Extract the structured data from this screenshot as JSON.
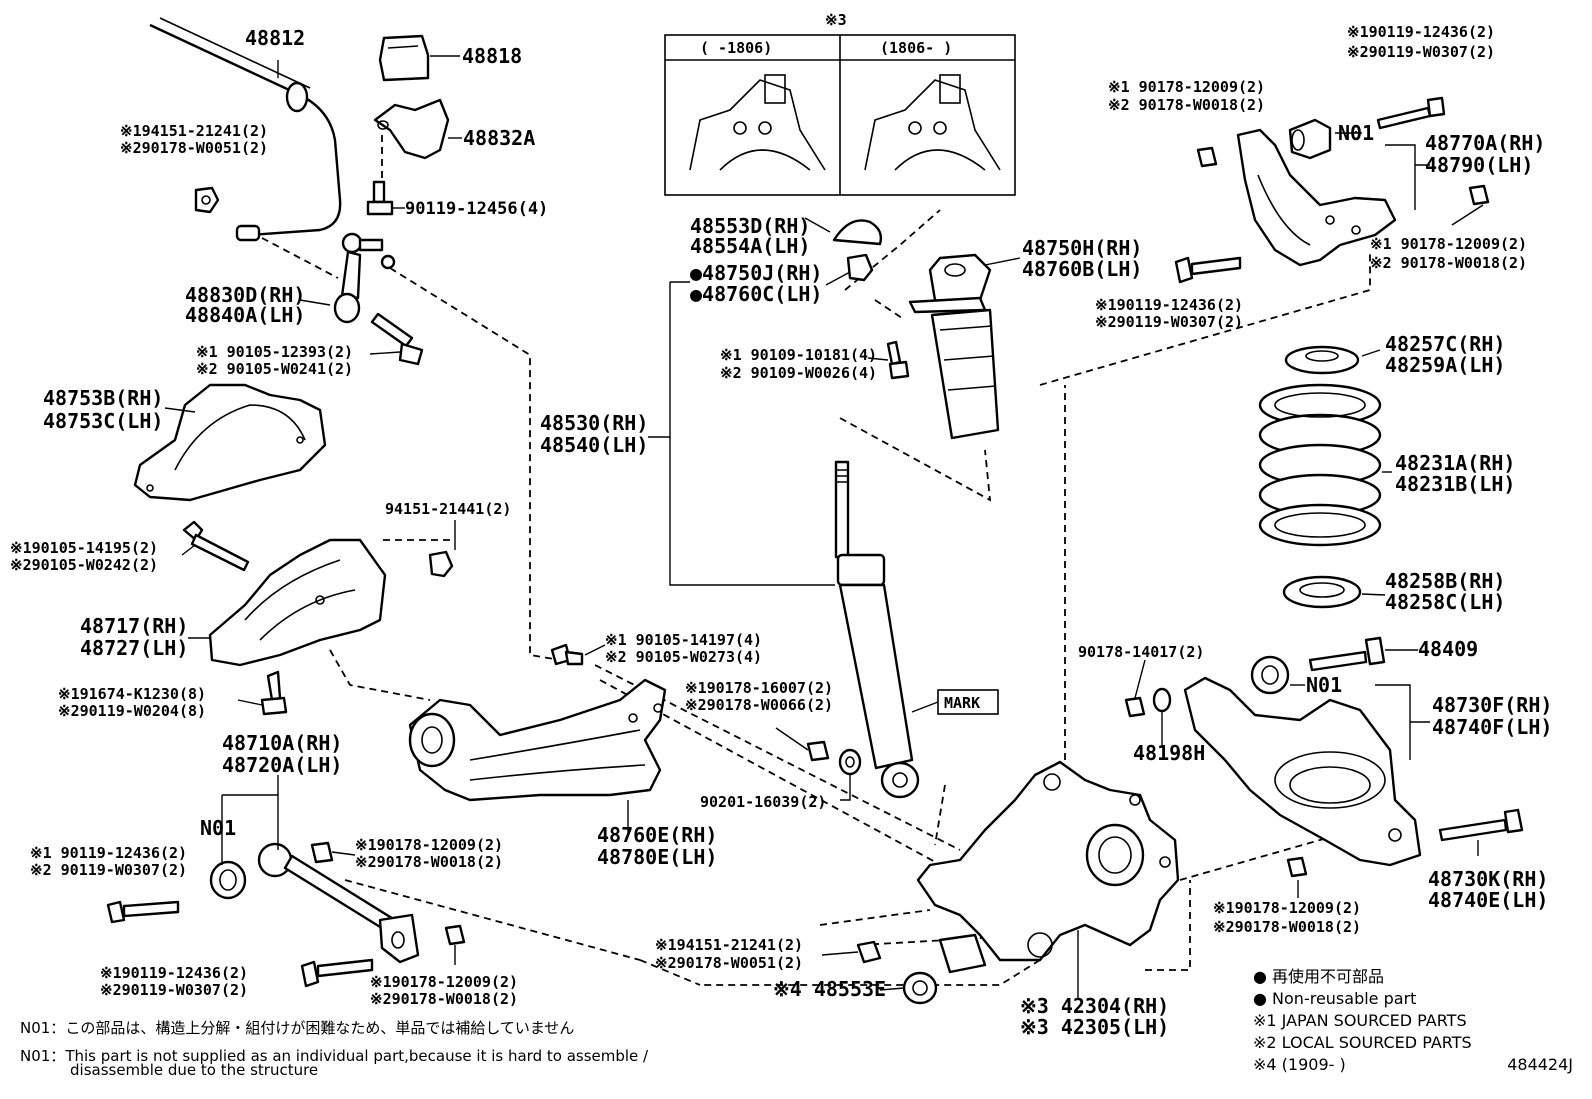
{
  "inset": {
    "marker": "※3",
    "left_header": "(      -1806)",
    "right_header": "(1806-      )"
  },
  "labels": {
    "p48812": "48812",
    "p48818": "48818",
    "p48832A": "48832A",
    "p90119_12456": "90119-12456(4)",
    "stab_bolt_1": "※194151-21241(2)",
    "stab_bolt_2": "※290178-W0051(2)",
    "link_rh": "48830D(RH)",
    "link_lh": "48840A(LH)",
    "link_bolt_1": "※1 90105-12393(2)",
    "link_bolt_2": "※2 90105-W0241(2)",
    "cover_rh": "48753B(RH)",
    "cover_lh": "48753C(LH)",
    "p94151_21441": "94151-21441(2)",
    "brk_bolt_1": "※190105-14195(2)",
    "brk_bolt_2": "※290105-W0242(2)",
    "brk_rh": "48717(RH)",
    "brk_lh": "48727(LH)",
    "brk_nut_1": "※191674-K1230(8)",
    "brk_nut_2": "※290119-W0204(8)",
    "lat_rh": "48710A(RH)",
    "lat_lh": "48720A(LH)",
    "n01_left": "N01",
    "lat_bolt_1": "※1 90119-12436(2)",
    "lat_bolt_2": "※2 90119-W0307(2)",
    "lat_nut_1": "※190178-12009(2)",
    "lat_nut_2": "※290178-W0018(2)",
    "lat_bolt2_1": "※190119-12436(2)",
    "lat_bolt2_2": "※290119-W0307(2)",
    "lat_nut2_1": "※190178-12009(2)",
    "lat_nut2_2": "※290178-W0018(2)",
    "bump_rh": "48553D(RH)",
    "bump_lh": "48554A(LH)",
    "mount_nut_rh": "●48750J(RH)",
    "mount_nut_lh": "●48760C(LH)",
    "shock_rh": "48530(RH)",
    "shock_lh": "48540(LH)",
    "tr_bolt_1": "※1 90105-14197(4)",
    "tr_bolt_2": "※2 90105-W0273(4)",
    "shock_nut_1": "※190178-16007(2)",
    "shock_nut_2": "※290178-W0066(2)",
    "mark": "MARK",
    "washer": "90201-16039(2)",
    "trail_rh": "48760E(RH)",
    "trail_lh": "48780E(LH)",
    "support_rh": "48750H(RH)",
    "support_lh": "48760B(LH)",
    "sup_bolt_1": "※1 90109-10181(4)",
    "sup_bolt_2": "※2 90109-W0026(4)",
    "upper_bolt_1": "※190119-12436(2)",
    "upper_bolt_2": "※290119-W0307(2)",
    "upper_nut_1": "※1 90178-12009(2)",
    "upper_nut_2": "※2 90178-W0018(2)",
    "n01_upper": "N01",
    "upper_rh": "48770A(RH)",
    "upper_lh": "48790(LH)",
    "upper_nut_r1": "※1 90178-12009(2)",
    "upper_nut_r2": "※2 90178-W0018(2)",
    "upper_bolt_b1": "※190119-12436(2)",
    "upper_bolt_b2": "※290119-W0307(2)",
    "seat_up_rh": "48257C(RH)",
    "seat_up_lh": "48259A(LH)",
    "spring_rh": "48231A(RH)",
    "spring_lh": "48231B(LH)",
    "seat_lo_rh": "48258B(RH)",
    "seat_lo_lh": "48258C(LH)",
    "p90178_14017": "90178-14017(2)",
    "p48409": "48409",
    "n01_lower": "N01",
    "lower_rh": "48730F(RH)",
    "lower_lh": "48740F(LH)",
    "p48198H": "48198H",
    "lower_bolt_rh": "48730K(RH)",
    "lower_bolt_lh": "48740E(LH)",
    "lower_nut_1": "※190178-12009(2)",
    "lower_nut_2": "※290178-W0018(2)",
    "knuckle_nut_1": "※194151-21241(2)",
    "knuckle_nut_2": "※290178-W0051(2)",
    "p48553E": "※4 48553E",
    "knuckle_rh": "※3 42304(RH)",
    "knuckle_lh": "※3 42305(LH)"
  },
  "notes": {
    "n01_jp_prefix": "N01：",
    "n01_jp": "この部品は、構造上分解・組付けが困難なため、単品では補給していません",
    "n01_en_prefix": "N01：",
    "n01_en_line1": "This part is not supplied as an individual part,because it is hard to assemble /",
    "n01_en_line2": "disassemble due to the structure"
  },
  "legend": {
    "nonreuse_jp": "● 再使用不可部品",
    "nonreuse_en": "● Non-reusable part",
    "japan": "※1 JAPAN SOURCED PARTS",
    "local": "※2 LOCAL SOURCED PARTS",
    "date": "※4 (1909-       )",
    "code": "484424J"
  }
}
